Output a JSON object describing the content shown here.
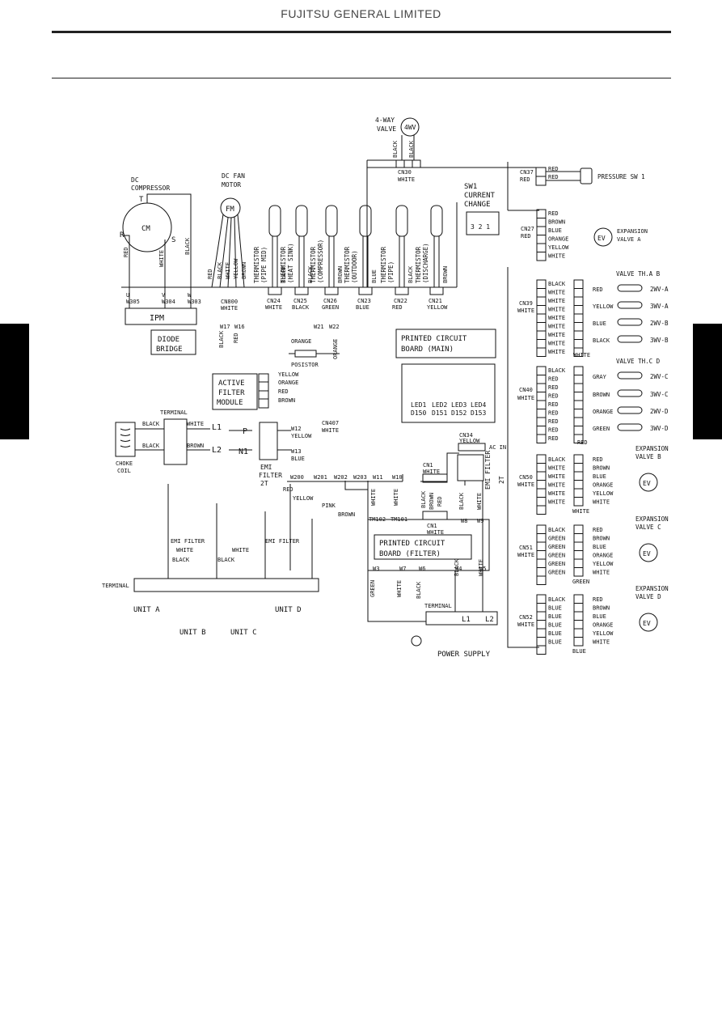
{
  "header": {
    "company": "FUJITSU GENERAL LIMITED"
  },
  "labels": {
    "way4": "4-WAY",
    "valve": "VALVE",
    "wv4": "4WV",
    "cn30": "CN30",
    "white": "WHITE",
    "sw1": "SW1",
    "current": "CURRENT",
    "change": "CHANGE",
    "sw_pos": "3  2  1",
    "cn37": "CN37",
    "red": "RED",
    "pressure_sw": "PRESSURE SW 1",
    "dc": "DC",
    "compressor": "COMPRESSOR",
    "cm": "CM",
    "t": "T",
    "r": "R",
    "s": "S",
    "fan": "DC FAN",
    "motor": "MOTOR",
    "fm": "FM",
    "thermistor": "THERMISTOR",
    "pipe_mid": "(PIPE MID)",
    "heat_sink": "(HEAT SINK)",
    "th_compressor": "(COMPRESSOR)",
    "outdoor": "(OUTDOOR)",
    "pipe": "(PIPE)",
    "discharge": "(DISCHARGE)",
    "cn800": "CN800",
    "cn24": "CN24",
    "cn25": "CN25",
    "cn26": "CN26",
    "cn23": "CN23",
    "cn22": "CN22",
    "cn21": "CN21",
    "u": "U",
    "v": "V",
    "w": "W",
    "w305": "W305",
    "w304": "W304",
    "w303": "W303",
    "ipm": "IPM",
    "diode": "DIODE",
    "bridge": "BRIDGE",
    "w17": "W17",
    "w16": "W16",
    "w21": "W21",
    "w22": "W22",
    "posistor": "POSISTOR",
    "pcb_main1": "PRINTED CIRCUIT",
    "pcb_main2": "BOARD (MAIN)",
    "led1": "LED1",
    "led2": "LED2",
    "led3": "LED3",
    "led4": "LED4",
    "d150": "D150",
    "d151": "D151",
    "d152": "D152",
    "d153": "D153",
    "active": "ACTIVE",
    "filter": "FILTER",
    "module": "MODULE",
    "terminal": "TERMINAL",
    "choke": "CHOKE",
    "coil": "COIL",
    "l1": "L1",
    "l2": "L2",
    "p": "P",
    "n1": "N1",
    "w12": "W12",
    "w13": "W13",
    "cn407": "CN407",
    "emi": "EMI",
    "filter2": "FILTER",
    "z2": "2T",
    "emi_filter": "EMI FILTER",
    "w200": "W200",
    "w201": "W201",
    "w202": "W202",
    "w203": "W203",
    "w11": "W11",
    "w10": "W10",
    "cn1": "CN1",
    "tm102": "TM102",
    "tm101": "TM101",
    "pink": "PINK",
    "cn34": "CN34",
    "ac_in": "AC IN",
    "w8": "W8",
    "w9": "W9",
    "pcb_filter1": "PRINTED CIRCUIT",
    "pcb_filter2": "BOARD (FILTER)",
    "w3": "W3",
    "w7": "W7",
    "w6": "W6",
    "w4": "W4",
    "w5": "W5",
    "unit_a": "UNIT A",
    "unit_b": "UNIT B",
    "unit_c": "UNIT C",
    "unit_d": "UNIT D",
    "power_supply": "POWER SUPPLY",
    "cn27": "CN27",
    "expansion": "EXPANSION",
    "valve_a": "VALVE A",
    "ev": "EV",
    "cn39": "CN39",
    "valve_thab": "VALVE TH.A B",
    "cn40": "CN40",
    "valve_thcd": "VALVE TH.C D",
    "wva2": "2WV-A",
    "wva3": "3WV-A",
    "wvb2": "2WV-B",
    "wvb3": "3WV-B",
    "wvc2": "2WV-C",
    "wvc3": "3WV-C",
    "wvd2": "2WV-D",
    "wvd3": "3WV-D",
    "cn50": "CN50",
    "valve_b": "VALVE B",
    "cn51": "CN51",
    "valve_c": "VALVE C",
    "cn52": "CN52",
    "valve_d": "VALVE D",
    "green": "GREEN",
    "blue": "BLUE",
    "yellow": "YELLOW",
    "black": "BLACK",
    "brown": "BROWN",
    "orange": "ORANGE",
    "gray": "GRAY"
  }
}
